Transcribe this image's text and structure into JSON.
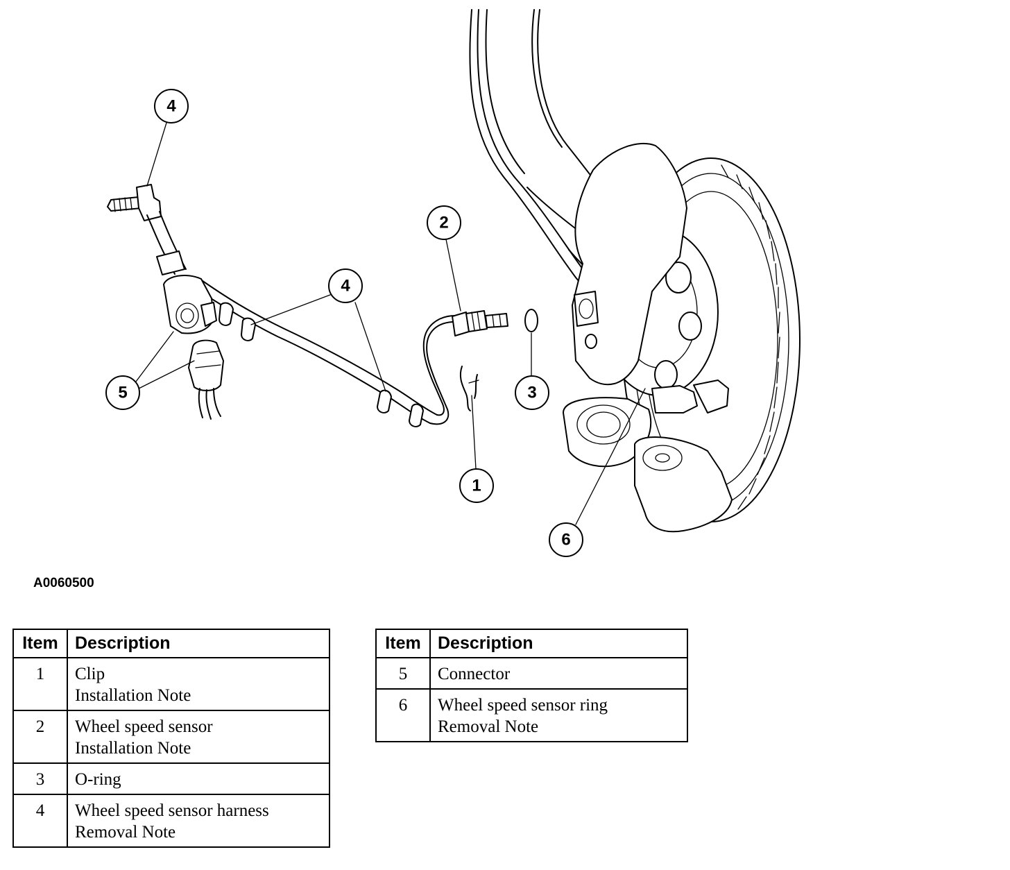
{
  "figure_id": "A0060500",
  "callouts": [
    {
      "num": "4"
    },
    {
      "num": "2"
    },
    {
      "num": "4"
    },
    {
      "num": "3"
    },
    {
      "num": "5"
    },
    {
      "num": "1"
    },
    {
      "num": "6"
    }
  ],
  "table_headers": {
    "item": "Item",
    "description": "Description"
  },
  "legend_left": [
    {
      "item": "1",
      "name": "Clip",
      "note": "Installation Note"
    },
    {
      "item": "2",
      "name": "Wheel speed sensor",
      "note": "Installation Note"
    },
    {
      "item": "3",
      "name": "O-ring",
      "note": ""
    },
    {
      "item": "4",
      "name": "Wheel speed sensor harness",
      "note": "Removal Note"
    }
  ],
  "legend_right": [
    {
      "item": "5",
      "name": "Connector",
      "note": ""
    },
    {
      "item": "6",
      "name": "Wheel speed sensor ring",
      "note": "Removal Note"
    }
  ]
}
